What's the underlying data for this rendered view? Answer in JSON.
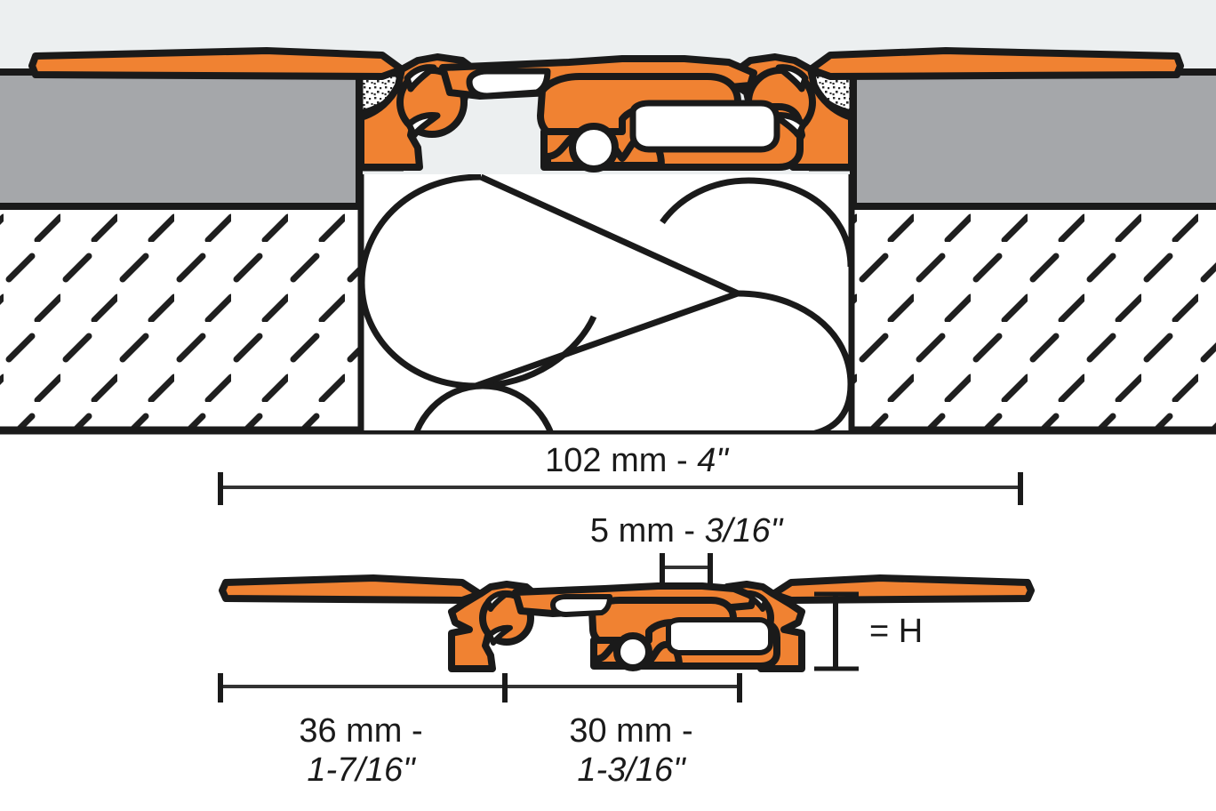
{
  "figure": {
    "title": "Movement joint profile cross-section",
    "colors": {
      "background": "#eceff0",
      "profile_orange": "#f08232",
      "outline_black": "#1a1a1a",
      "tile_gray": "#a5a7aa",
      "substrate_white": "#ffffff",
      "mortar_stipple": "#2a2a2a",
      "dimension_line": "#333333"
    },
    "layers": {
      "background_label": "background",
      "tile_label": "ceramic-tile-layer",
      "substrate_label": "concrete-substrate-hatched",
      "profile_label": "aluminum-movement-joint-profile",
      "mortar_label": "thin-set-mortar-bed",
      "cavity_label": "expansion-joint-cavity"
    }
  },
  "upper_view": {
    "name": "installed-section-view",
    "description": "Movement joint profile installed between tile layers over hatched concrete substrate"
  },
  "lower_view": {
    "name": "profile-only-view",
    "description": "Movement joint profile shown alone"
  },
  "dimensions": {
    "overall_width": {
      "name": "overall-width-dimension",
      "metric": "102 mm",
      "separator": " - ",
      "imperial": "4\"",
      "full": "102 mm - 4\""
    },
    "joint_gap": {
      "name": "joint-gap-dimension",
      "metric": "5 mm",
      "separator": " - ",
      "imperial": "3/16\"",
      "full": "5 mm - 3/16\""
    },
    "left_flange": {
      "name": "left-flange-dimension",
      "metric": "36 mm -",
      "imperial": "1-7/16\"",
      "full": "36 mm - 1-7/16\""
    },
    "right_section": {
      "name": "right-section-dimension",
      "metric": "30 mm -",
      "imperial": "1-3/16\"",
      "full": "30 mm - 1-3/16\""
    },
    "height": {
      "name": "height-dimension",
      "label": "= H"
    }
  }
}
